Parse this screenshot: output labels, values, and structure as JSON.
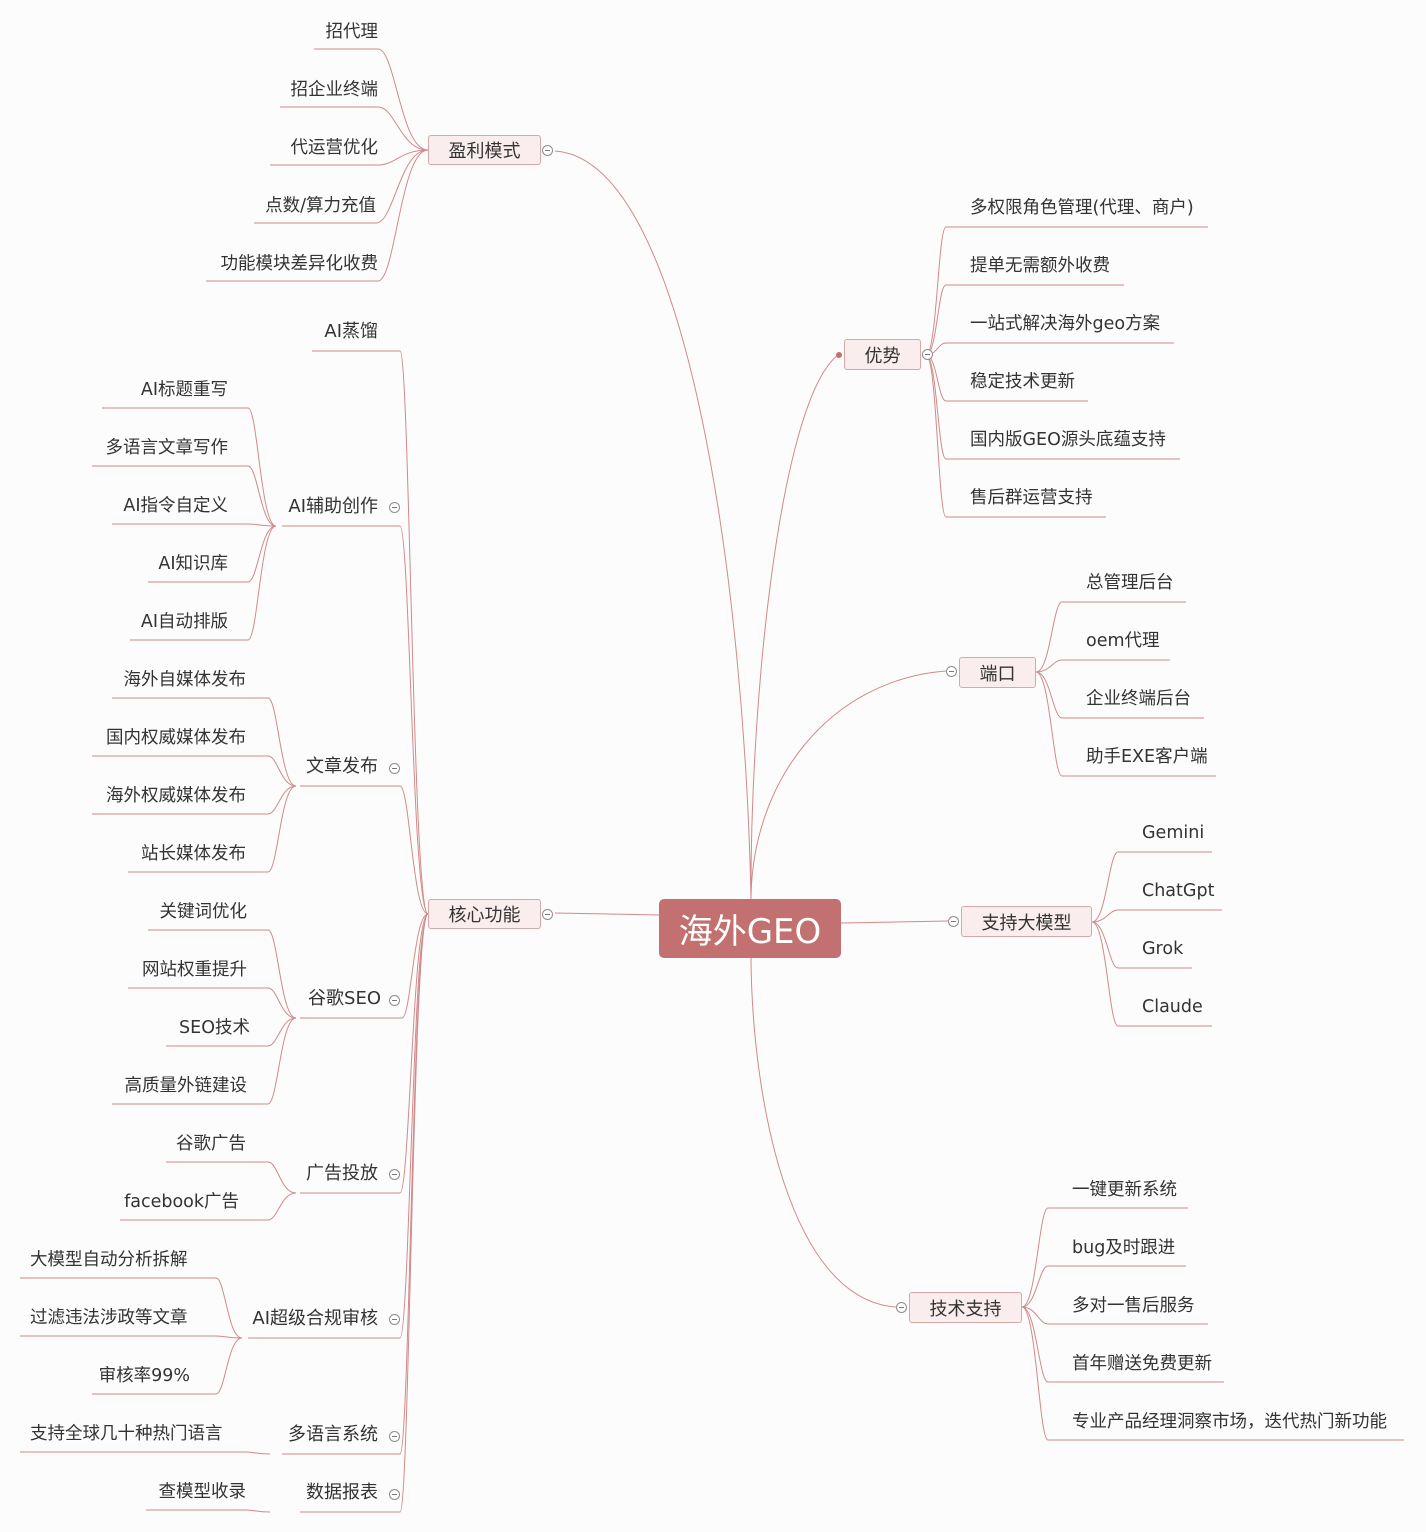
{
  "center": "海外GEO",
  "colors": {
    "accent": "#c27070",
    "line": "#d08a8a",
    "node_fill": "#f9eded"
  },
  "branches": {
    "profit": {
      "label": "盈利模式",
      "items": [
        "招代理",
        "招企业终端",
        "代运营优化",
        "点数/算力充值",
        "功能模块差异化收费"
      ]
    },
    "core": {
      "label": "核心功能",
      "distill": "AI蒸馏",
      "assist": {
        "label": "AI辅助创作",
        "items": [
          "AI标题重写",
          "多语言文章写作",
          "AI指令自定义",
          "AI知识库",
          "AI自动排版"
        ]
      },
      "publish": {
        "label": "文章发布",
        "items": [
          "海外自媒体发布",
          "国内权威媒体发布",
          "海外权威媒体发布",
          "站长媒体发布"
        ]
      },
      "seo": {
        "label": "谷歌SEO",
        "items": [
          "关键词优化",
          "网站权重提升",
          "SEO技术",
          "高质量外链建设"
        ]
      },
      "ads": {
        "label": "广告投放",
        "items": [
          "谷歌广告",
          "facebook广告"
        ]
      },
      "audit": {
        "label": "AI超级合规审核",
        "items": [
          "大模型自动分析拆解",
          "过滤违法涉政等文章",
          "审核率99%"
        ]
      },
      "multilang": {
        "label": "多语言系统",
        "items": [
          "支持全球几十种热门语言"
        ]
      },
      "report": {
        "label": "数据报表",
        "items": [
          "查模型收录"
        ]
      }
    },
    "advantage": {
      "label": "优势",
      "items": [
        "多权限角色管理(代理、商户)",
        "提单无需额外收费",
        "一站式解决海外geo方案",
        "稳定技术更新",
        "国内版GEO源头底蕴支持",
        "售后群运营支持"
      ]
    },
    "ports": {
      "label": "端口",
      "items": [
        "总管理后台",
        "oem代理",
        "企业终端后台",
        "助手EXE客户端"
      ]
    },
    "models": {
      "label": "支持大模型",
      "items": [
        "Gemini",
        "ChatGpt",
        "Grok",
        "Claude"
      ]
    },
    "support": {
      "label": "技术支持",
      "items": [
        "一键更新系统",
        "bug及时跟进",
        "多对一售后服务",
        "首年赠送免费更新",
        "专业产品经理洞察市场，迭代热门新功能"
      ]
    }
  }
}
